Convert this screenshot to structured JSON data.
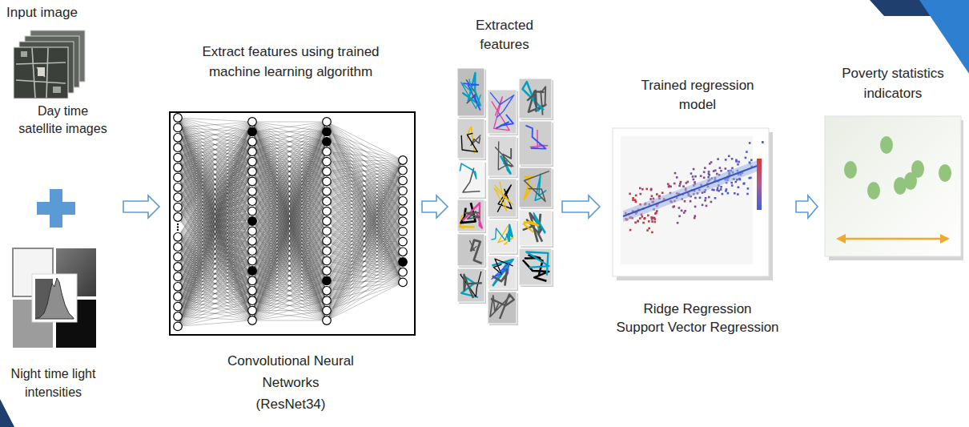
{
  "diagram": {
    "nodes": [
      {
        "text": [
          "Input image"
        ]
      },
      {
        "text": [
          "Day time satellite images"
        ],
        "in": 0
      },
      {
        "text": [
          "Night time light intensities"
        ],
        "in": 0
      },
      {
        "text": [
          "Extract features using trained machine learning algorithm",
          "Convolutional Neural Networks",
          "(ResNet34)"
        ]
      },
      {
        "text": [
          "Extracted features"
        ]
      },
      {
        "text": [
          "Trained regression model",
          "Ridge Regression",
          "Support Vector Regression"
        ]
      },
      {
        "text": [
          "Poverty statistics indicators"
        ]
      }
    ],
    "edges": [
      {
        "from": 0,
        "to": 3,
        "arrow": "to"
      },
      {
        "from": 3,
        "to": 4,
        "arrow": "to"
      },
      {
        "from": 4,
        "to": 5,
        "arrow": "to"
      },
      {
        "from": 5,
        "to": 6,
        "arrow": "to"
      }
    ]
  }
}
